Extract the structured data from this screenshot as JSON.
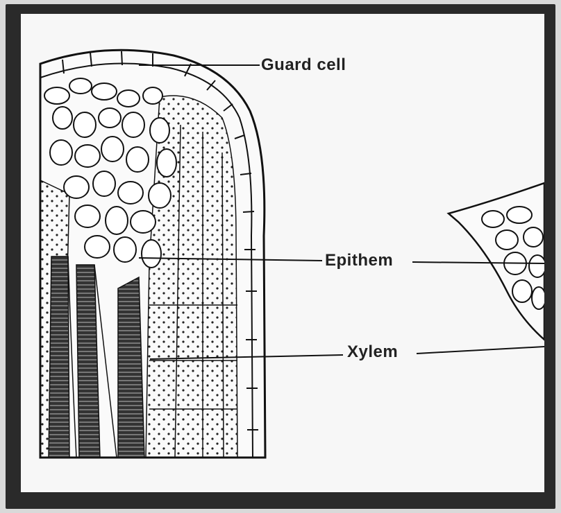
{
  "diagram": {
    "labels": {
      "guard_cell": "Guard cell",
      "epithem": "Epithem",
      "xylem": "Xylem"
    }
  }
}
